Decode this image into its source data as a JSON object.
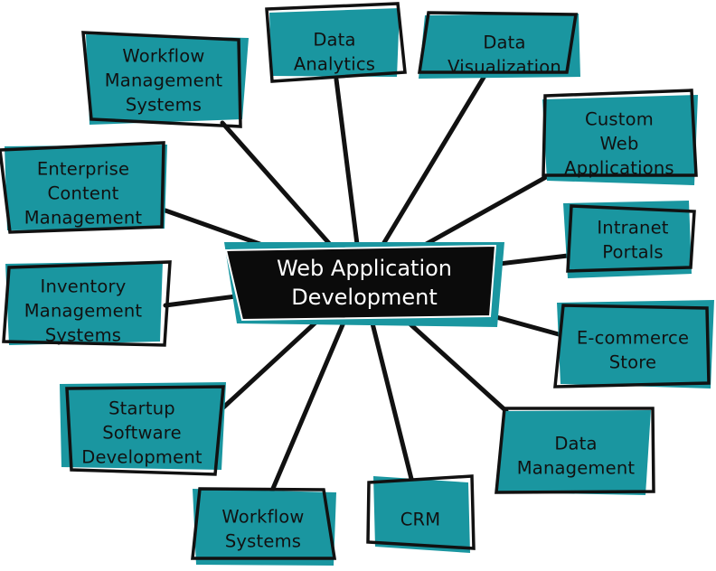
{
  "colors": {
    "accent": "#1a96a0",
    "ink": "#111111",
    "hub": "#0b0b0b",
    "hub_text": "#ffffff"
  },
  "center": {
    "lines": [
      "Web Application",
      "Development"
    ]
  },
  "nodes": [
    {
      "id": "workflow-management-systems",
      "lines": [
        "Workflow",
        "Management",
        "Systems"
      ]
    },
    {
      "id": "data-analytics",
      "lines": [
        "Data",
        "Analytics"
      ]
    },
    {
      "id": "data-visualization",
      "lines": [
        "Data",
        "Visualization"
      ]
    },
    {
      "id": "custom-web-applications",
      "lines": [
        "Custom",
        "Web",
        "Applications"
      ]
    },
    {
      "id": "intranet-portals",
      "lines": [
        "Intranet",
        "Portals"
      ]
    },
    {
      "id": "e-commerce-store",
      "lines": [
        "E-commerce",
        "Store"
      ]
    },
    {
      "id": "data-management",
      "lines": [
        "Data",
        "Management"
      ]
    },
    {
      "id": "crm",
      "lines": [
        "CRM"
      ]
    },
    {
      "id": "workflow-systems",
      "lines": [
        "Workflow",
        "Systems"
      ]
    },
    {
      "id": "startup-software-development",
      "lines": [
        "Startup",
        "Software",
        "Development"
      ]
    },
    {
      "id": "inventory-management-systems",
      "lines": [
        "Inventory",
        "Management",
        "Systems"
      ]
    },
    {
      "id": "enterprise-content-management",
      "lines": [
        "Enterprise",
        "Content",
        "Management"
      ]
    }
  ]
}
